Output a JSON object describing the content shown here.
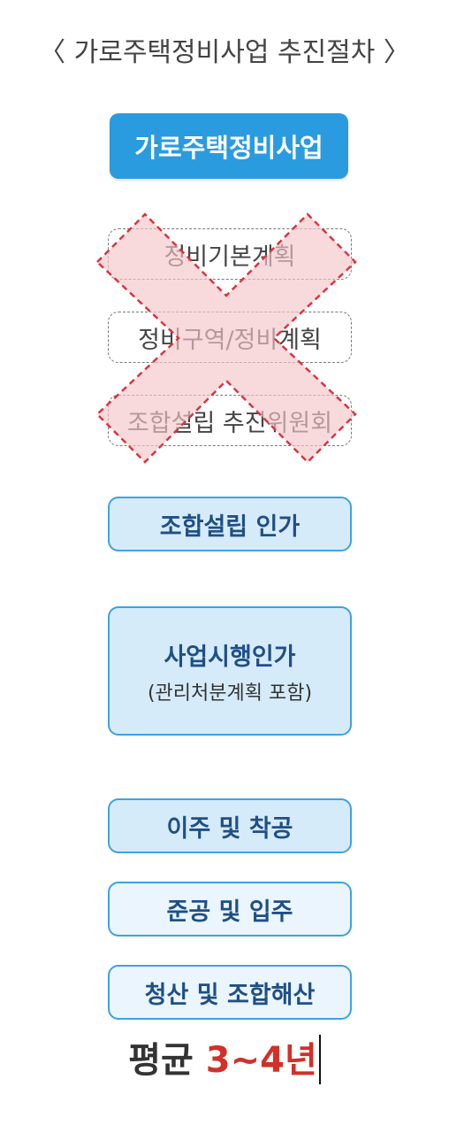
{
  "title": "〈 가로주택정비사업 추진절차 〉",
  "steps": {
    "main": "가로주택정비사업",
    "skipped": [
      "정비기본계획",
      "정비구역/정비계획",
      "조합설립 추진위원회"
    ],
    "union_approval": "조합설립 인가",
    "project_approval": {
      "main": "사업시행인가",
      "sub": "(관리처분계획 포함)"
    },
    "relocation": "이주 및 착공",
    "completion": "준공 및 입주",
    "liquidation": "청산 및 조합해산"
  },
  "summary": {
    "label": "평균",
    "value": "3~4년"
  },
  "colors": {
    "primary_blue": "#2b9be0",
    "box_fill": "#d6ebfa",
    "box_border": "#3da3e0",
    "text_navy": "#1f4f86",
    "cross_red": "#d9363e",
    "cross_fill": "#f5c6c9",
    "summary_red": "#d2302a"
  },
  "icons": {
    "skipped_marker": "cross-x-icon"
  }
}
